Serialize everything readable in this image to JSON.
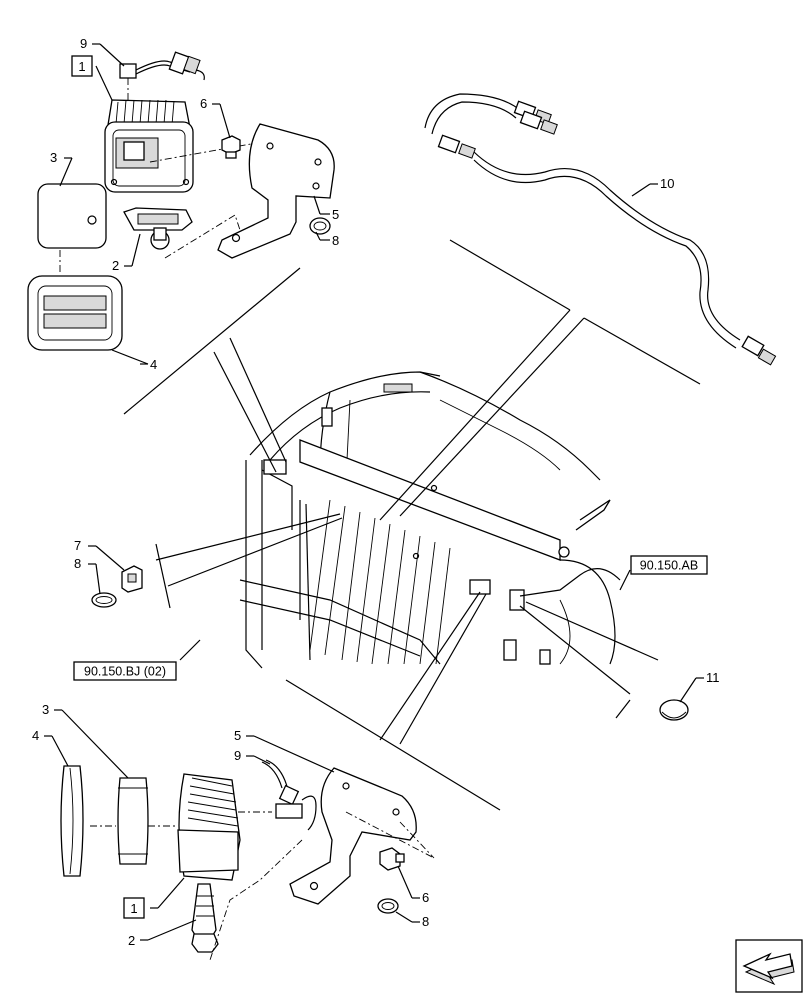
{
  "callouts": {
    "c1_top": "1",
    "c9_top": "9",
    "c3_top": "3",
    "c2_top": "2",
    "c4_top": "4",
    "c6_top": "6",
    "c5_top": "5",
    "c8_top": "8",
    "c10": "10",
    "c7": "7",
    "c8_mid": "8",
    "c11": "11",
    "c3_bot": "3",
    "c4_bot": "4",
    "c5_bot": "5",
    "c9_bot": "9",
    "c1_bot": "1",
    "c2_bot": "2",
    "c6_bot": "6",
    "c8_bot": "8"
  },
  "references": {
    "ref_ab": "90.150.AB",
    "ref_bj": "90.150.BJ (02)"
  },
  "icons": {
    "nav": "next-page-arrow-icon"
  }
}
